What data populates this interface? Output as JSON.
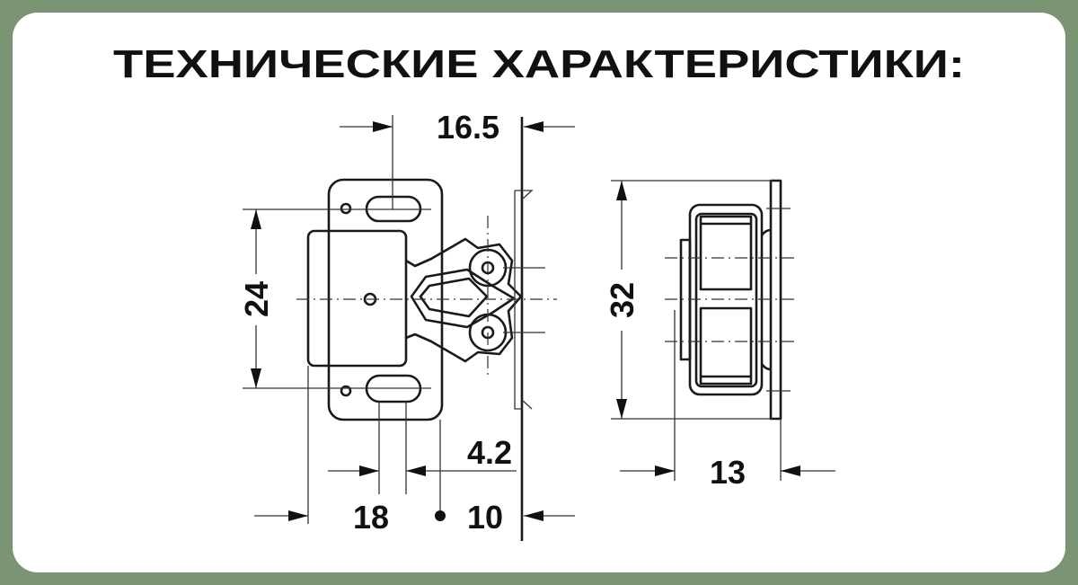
{
  "title": "ТЕХНИЧЕСКИЕ ХАРАКТЕРИСТИКИ:",
  "colors": {
    "background": "#7b9474",
    "card": "#ffffff",
    "ink": "#111111"
  },
  "drawing": {
    "front_view": {
      "dimensions": {
        "top_width": "16.5",
        "hole_spacing": "24",
        "offset": "4.2",
        "slot_distance": "18",
        "depth": "10"
      }
    },
    "side_view": {
      "dimensions": {
        "height": "32",
        "thickness": "13"
      }
    }
  }
}
